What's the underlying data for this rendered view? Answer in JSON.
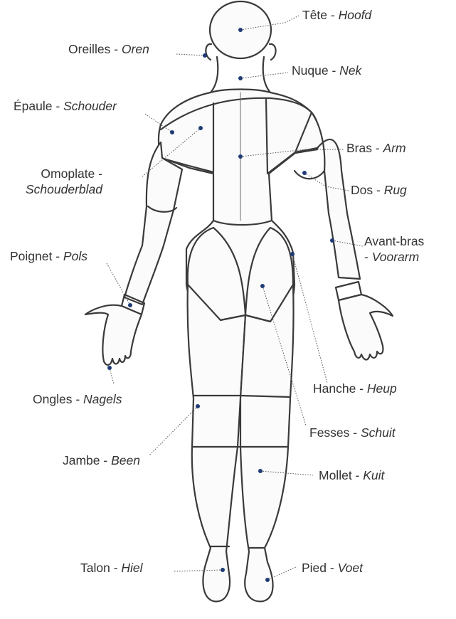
{
  "labels": [
    {
      "id": "tete",
      "fr": "Tête",
      "nl": "Hoofd"
    },
    {
      "id": "oreilles",
      "fr": "Oreilles",
      "nl": "Oren"
    },
    {
      "id": "nuque",
      "fr": "Nuque",
      "nl": "Nek"
    },
    {
      "id": "epaule",
      "fr": "Épaule",
      "nl": "Schouder"
    },
    {
      "id": "bras",
      "fr": "Bras",
      "nl": "Arm"
    },
    {
      "id": "omoplate",
      "fr": "Omoplate",
      "nl": "Schouderblad"
    },
    {
      "id": "dos",
      "fr": "Dos",
      "nl": "Rug"
    },
    {
      "id": "avantbras",
      "fr": "Avant-bras",
      "nl": "Voorarm"
    },
    {
      "id": "poignet",
      "fr": "Poignet",
      "nl": "Pols"
    },
    {
      "id": "ongles",
      "fr": "Ongles",
      "nl": "Nagels"
    },
    {
      "id": "hanche",
      "fr": "Hanche",
      "nl": "Heup"
    },
    {
      "id": "fesses",
      "fr": "Fesses",
      "nl": "Schuit"
    },
    {
      "id": "jambe",
      "fr": "Jambe",
      "nl": "Been"
    },
    {
      "id": "mollet",
      "fr": "Mollet",
      "nl": "Kuit"
    },
    {
      "id": "talon",
      "fr": "Talon",
      "nl": "Hiel"
    },
    {
      "id": "pied",
      "fr": "Pied",
      "nl": "Voet"
    }
  ],
  "separator": " - ",
  "colors": {
    "marker": "#1f3b73",
    "text": "#333333",
    "outline": "#3a3a3a"
  }
}
